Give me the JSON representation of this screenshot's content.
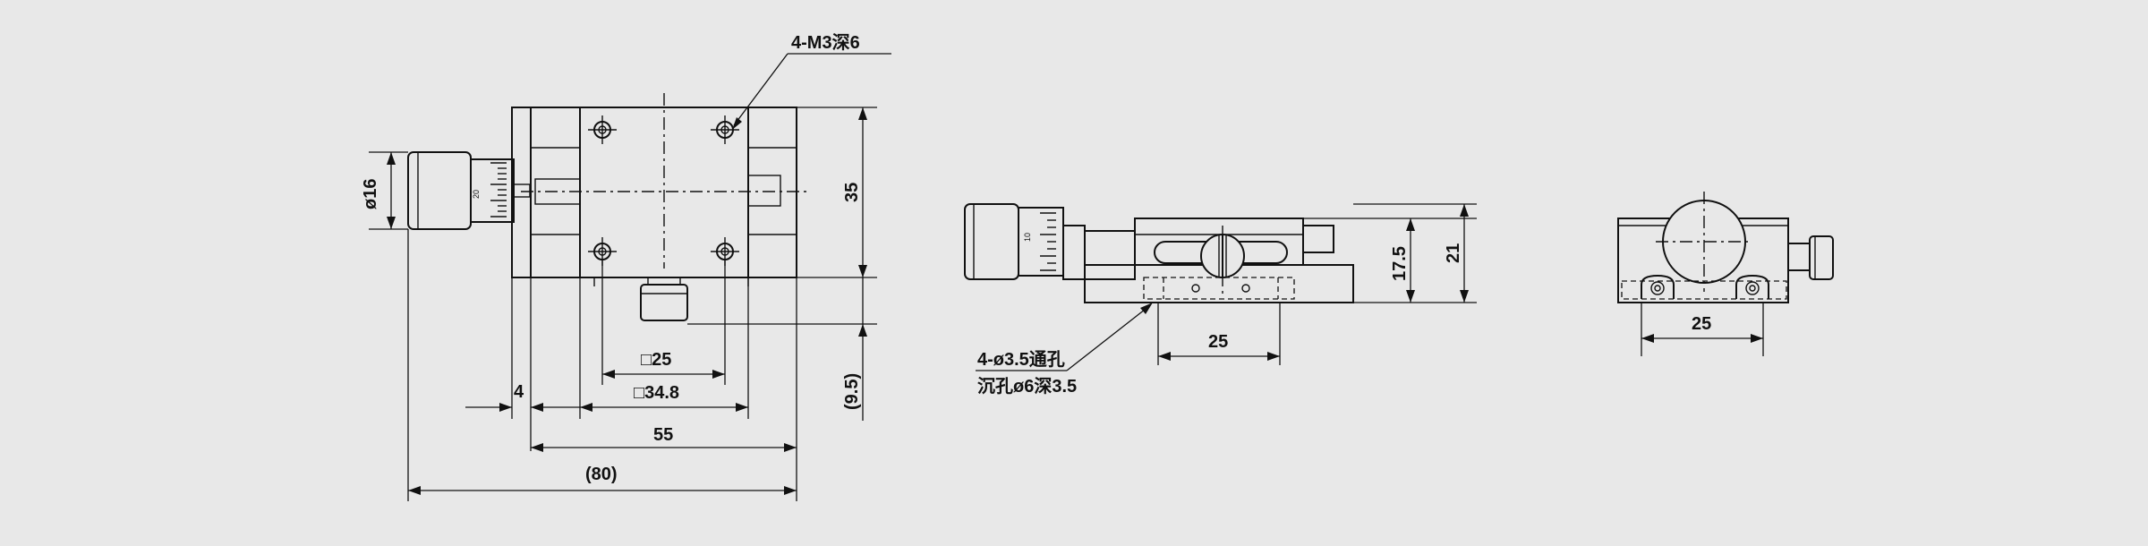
{
  "top_view": {
    "thread_callout": "4-M3深6",
    "dia_micrometer": "ø16",
    "dim_height": "35",
    "dim_hole_square": "□25",
    "dim_body_square": "□34.8",
    "dim_offset": "4",
    "dim_base_length": "55",
    "dim_total_length": "(80)",
    "dim_knob_offset": "(9.5)",
    "scale_mark": "20"
  },
  "front_view": {
    "dim_stage_height": "17.5",
    "dim_total_height": "21",
    "dim_hole_spacing": "25",
    "hole_callout_line1": "4-ø3.5通孔",
    "hole_callout_line2": "沉孔ø6深3.5",
    "scale_mark": "10"
  },
  "side_view": {
    "dim_hole_spacing": "25"
  }
}
